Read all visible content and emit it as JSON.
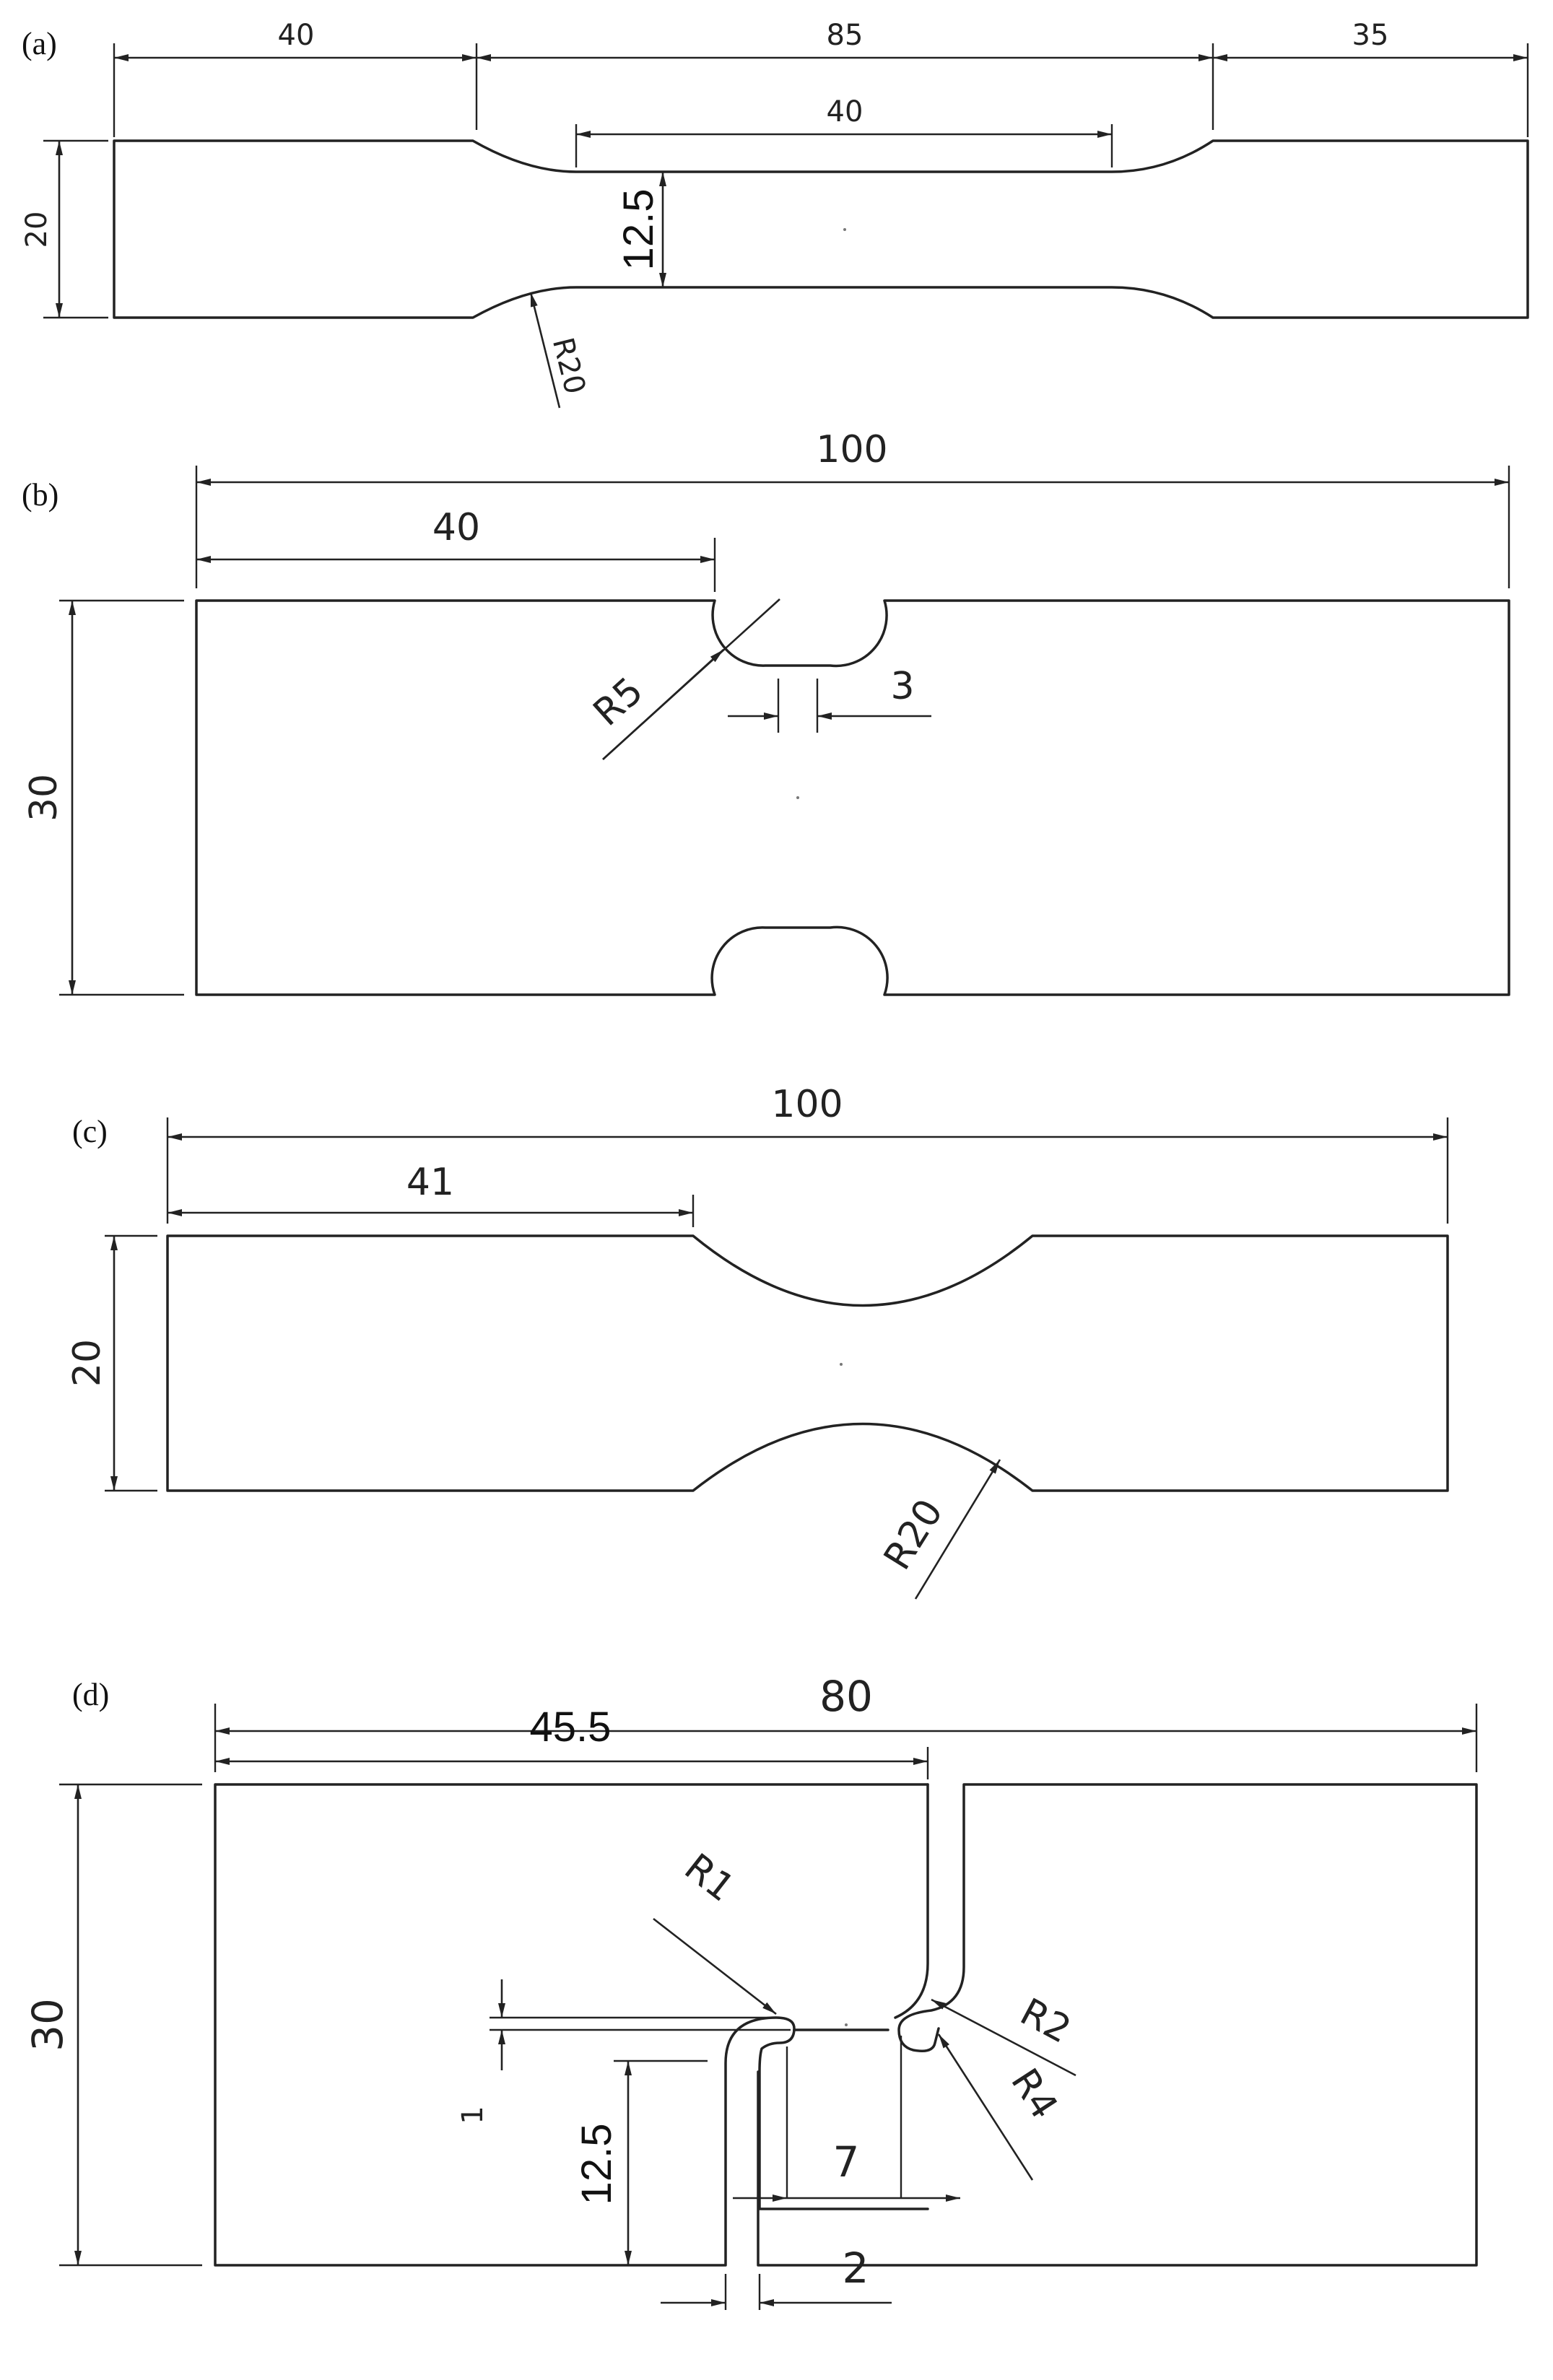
{
  "panels": {
    "a": {
      "label": "(a)",
      "dims": {
        "left_len": "40",
        "mid_len": "85",
        "right_len": "35",
        "gauge_len": "40",
        "width": "20",
        "gauge_width": "12.5",
        "radius": "R20"
      }
    },
    "b": {
      "label": "(b)",
      "dims": {
        "total_len": "100",
        "notch_pos": "40",
        "width": "30",
        "radius": "R5",
        "flat": "3"
      }
    },
    "c": {
      "label": "(c)",
      "dims": {
        "total_len": "100",
        "notch_pos": "41",
        "width": "20",
        "radius": "R20"
      }
    },
    "d": {
      "label": "(d)",
      "dims": {
        "total_len": "80",
        "slot_pos": "45.5",
        "width": "30",
        "r1": "R1",
        "r2": "R2",
        "r4": "R4",
        "gap": "1",
        "lig_height": "12.5",
        "lig_len": "7",
        "slot_width": "2"
      }
    }
  },
  "colors": {
    "line": "#222222",
    "background": "#ffffff"
  }
}
